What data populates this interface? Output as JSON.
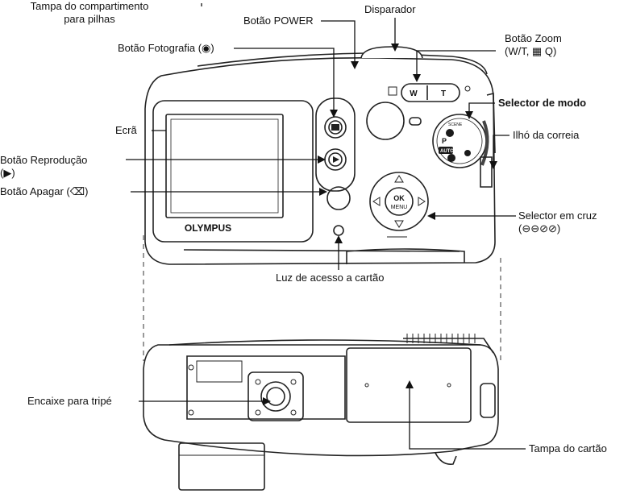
{
  "labels": {
    "battery_cover_line1": "Tampa do compartimento",
    "battery_cover_line2": "para pilhas",
    "power_button": "Botão POWER",
    "shutter_button": "Disparador",
    "photo_button": "Botão Fotografia (◉)",
    "zoom_line1": "Botão Zoom",
    "zoom_line2": "(W/T, ▦ Q)",
    "mode_selector": "Selector de modo",
    "screen": "Ecrã",
    "strap_eyelet": "Ilhó da correia",
    "playback_line1": "Botão Reprodução",
    "playback_line2": "(▶)",
    "erase_button": "Botão Apagar (⌫)",
    "arrow_pad_line1": "Selector em cruz",
    "arrow_pad_line2": "(⊖⊖⊘⊘)",
    "card_access_light": "Luz de acesso a cartão",
    "tripod_socket": "Encaixe para tripé",
    "card_cover": "Tampa do cartão"
  },
  "camera": {
    "brand": "OLYMPUS",
    "ok_label": "OK",
    "menu_label": "MENU",
    "zoom_w": "W",
    "zoom_t": "T",
    "dial_auto": "AUTO",
    "dial_p": "P",
    "dial_scene": "SCENE"
  },
  "colors": {
    "outline": "#222222",
    "background": "#ffffff",
    "dial_dark": "#1a1a1a"
  }
}
